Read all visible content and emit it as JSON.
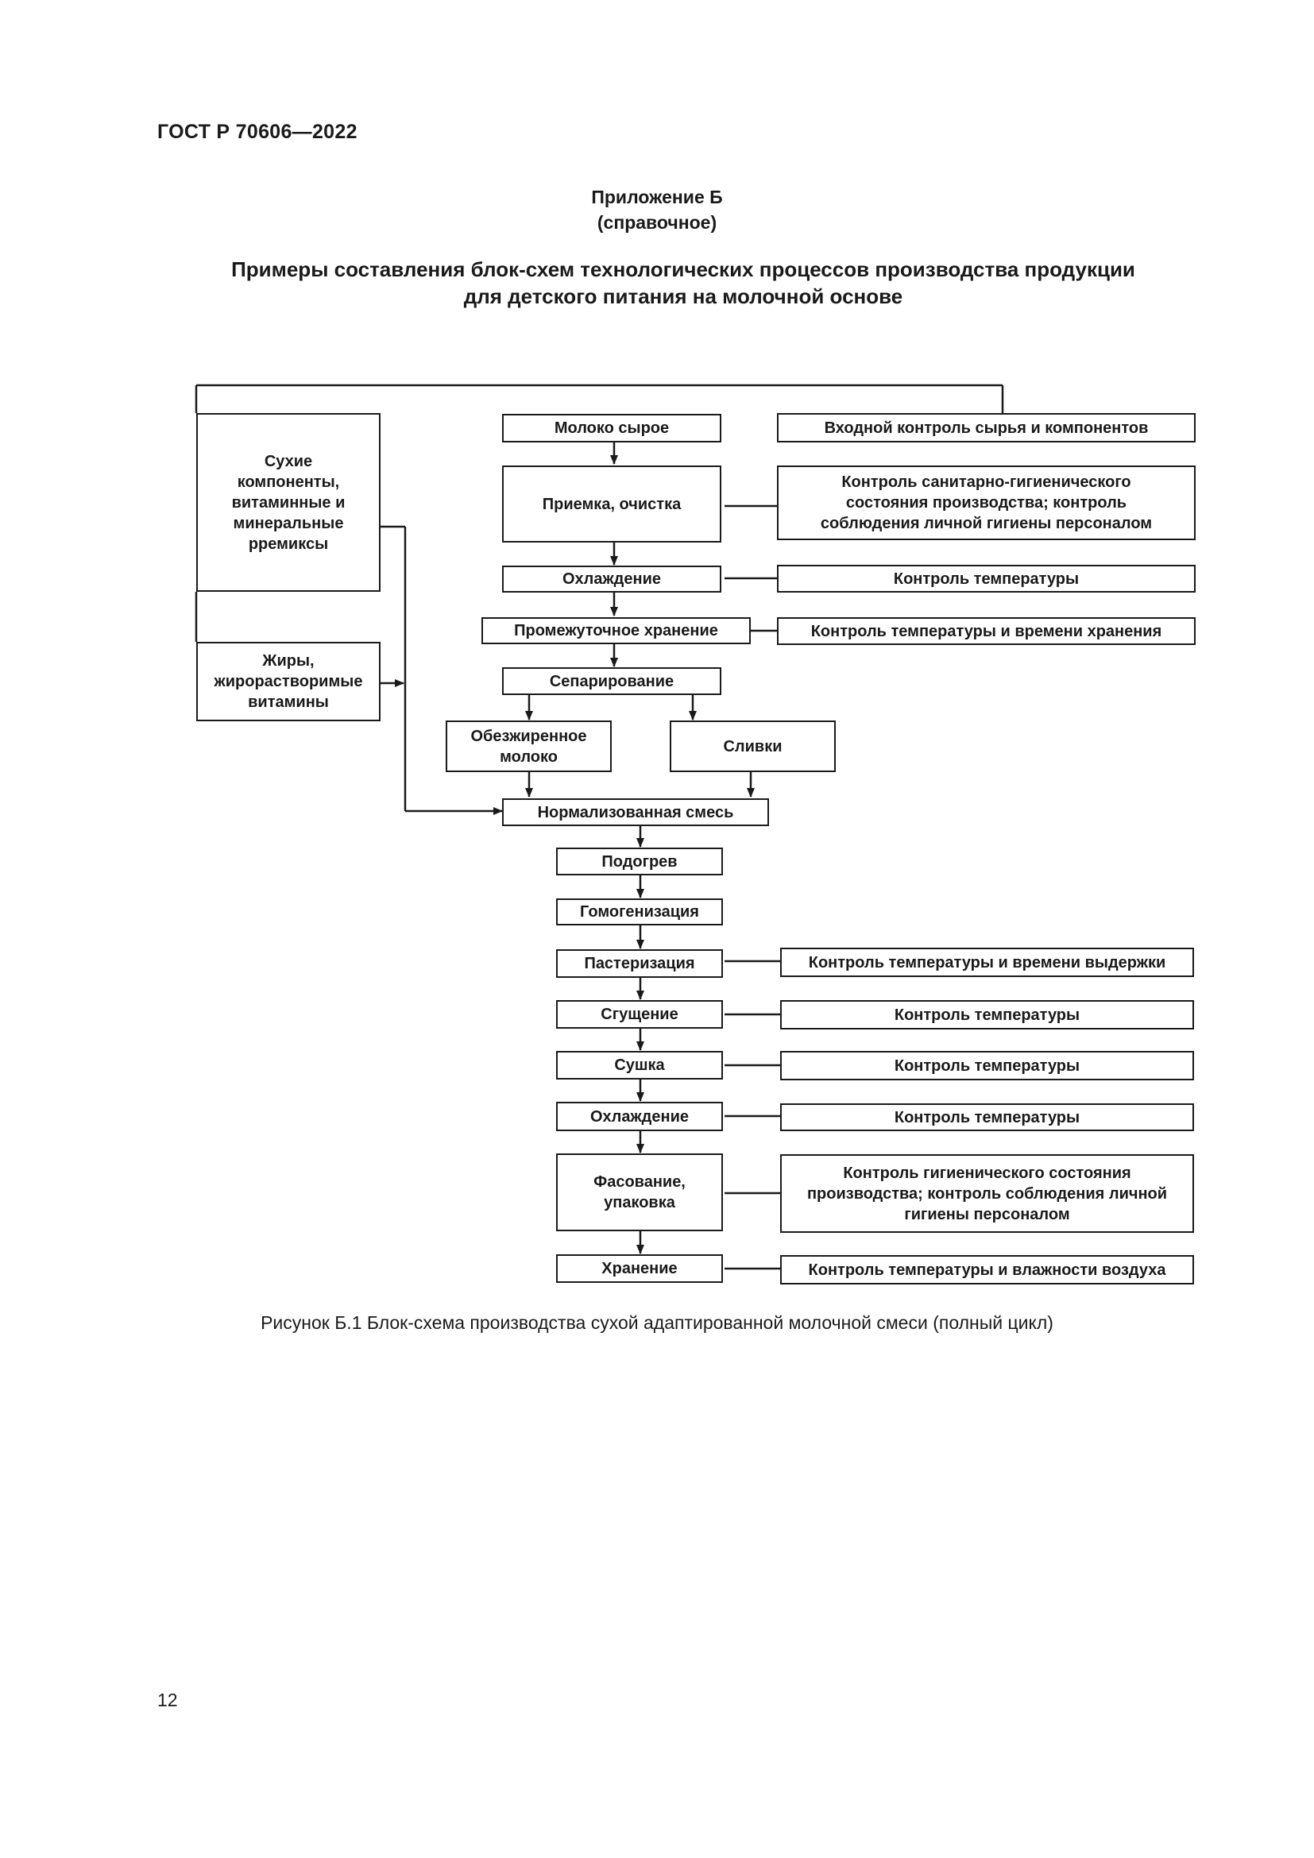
{
  "header": {
    "doc_id": "ГОСТ Р 70606—2022"
  },
  "appendix": {
    "title": "Приложение Б",
    "subtitle": "(справочное)"
  },
  "section_title": {
    "line1": "Примеры составления блок-схем технологических процессов производства продукции",
    "line2": "для детского питания на молочной основе"
  },
  "diagram": {
    "inputs": {
      "dry": "Сухие\nкомпоненты,\nвитаминные и\nминеральные\npремиксы",
      "fats": "Жиры,\nжирорастворимые\nвитамины"
    },
    "steps": {
      "raw_milk": "Молоко сырое",
      "receiving": "Приемка, очистка",
      "cooling1": "Охлаждение",
      "storage_interim": "Промежуточное хранение",
      "separation": "Сепарирование",
      "skim_milk": "Обезжиренное\nмолоко",
      "cream": "Сливки",
      "normalized": "Нормализованная смесь",
      "heating": "Подогрев",
      "homogenization": "Гомогенизация",
      "pasteurization": "Пастеризация",
      "condensing": "Сгущение",
      "drying": "Сушка",
      "cooling2": "Охлаждение",
      "packing": "Фасование,\nупаковка",
      "storage": "Хранение"
    },
    "controls": {
      "incoming": "Входной контроль сырья и компонентов",
      "sanitary": "Контроль санитарно-гигиенического\nсостояния производства; контроль\nсоблюдения личной гигиены персоналом",
      "temp1": "Контроль температуры",
      "temp_time_storage": "Контроль температуры и времени хранения",
      "temp_time_hold": "Контроль температуры и времени выдержки",
      "temp2": "Контроль температуры",
      "temp3": "Контроль температуры",
      "temp4": "Контроль температуры",
      "hygiene": "Контроль гигиенического состояния\nпроизводства; контроль соблюдения личной\nгигиены персоналом",
      "temp_humidity": "Контроль температуры и влажности воздуха"
    }
  },
  "caption": "Рисунок Б.1 Блок-схема производства сухой адаптированной молочной смеси (полный цикл)",
  "page_number": "12"
}
